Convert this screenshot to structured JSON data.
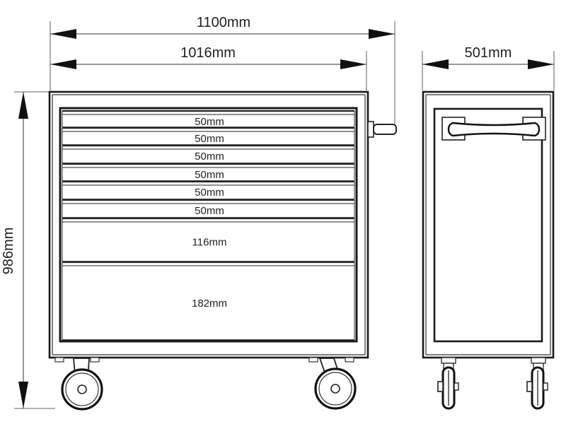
{
  "dimensions": {
    "overall_width": "1100mm",
    "body_width": "1016mm",
    "depth": "501mm",
    "height": "986mm"
  },
  "drawers": [
    {
      "label": "50mm"
    },
    {
      "label": "50mm"
    },
    {
      "label": "50mm"
    },
    {
      "label": "50mm"
    },
    {
      "label": "50mm"
    },
    {
      "label": "50mm"
    },
    {
      "label": "116mm"
    },
    {
      "label": "182mm"
    }
  ]
}
